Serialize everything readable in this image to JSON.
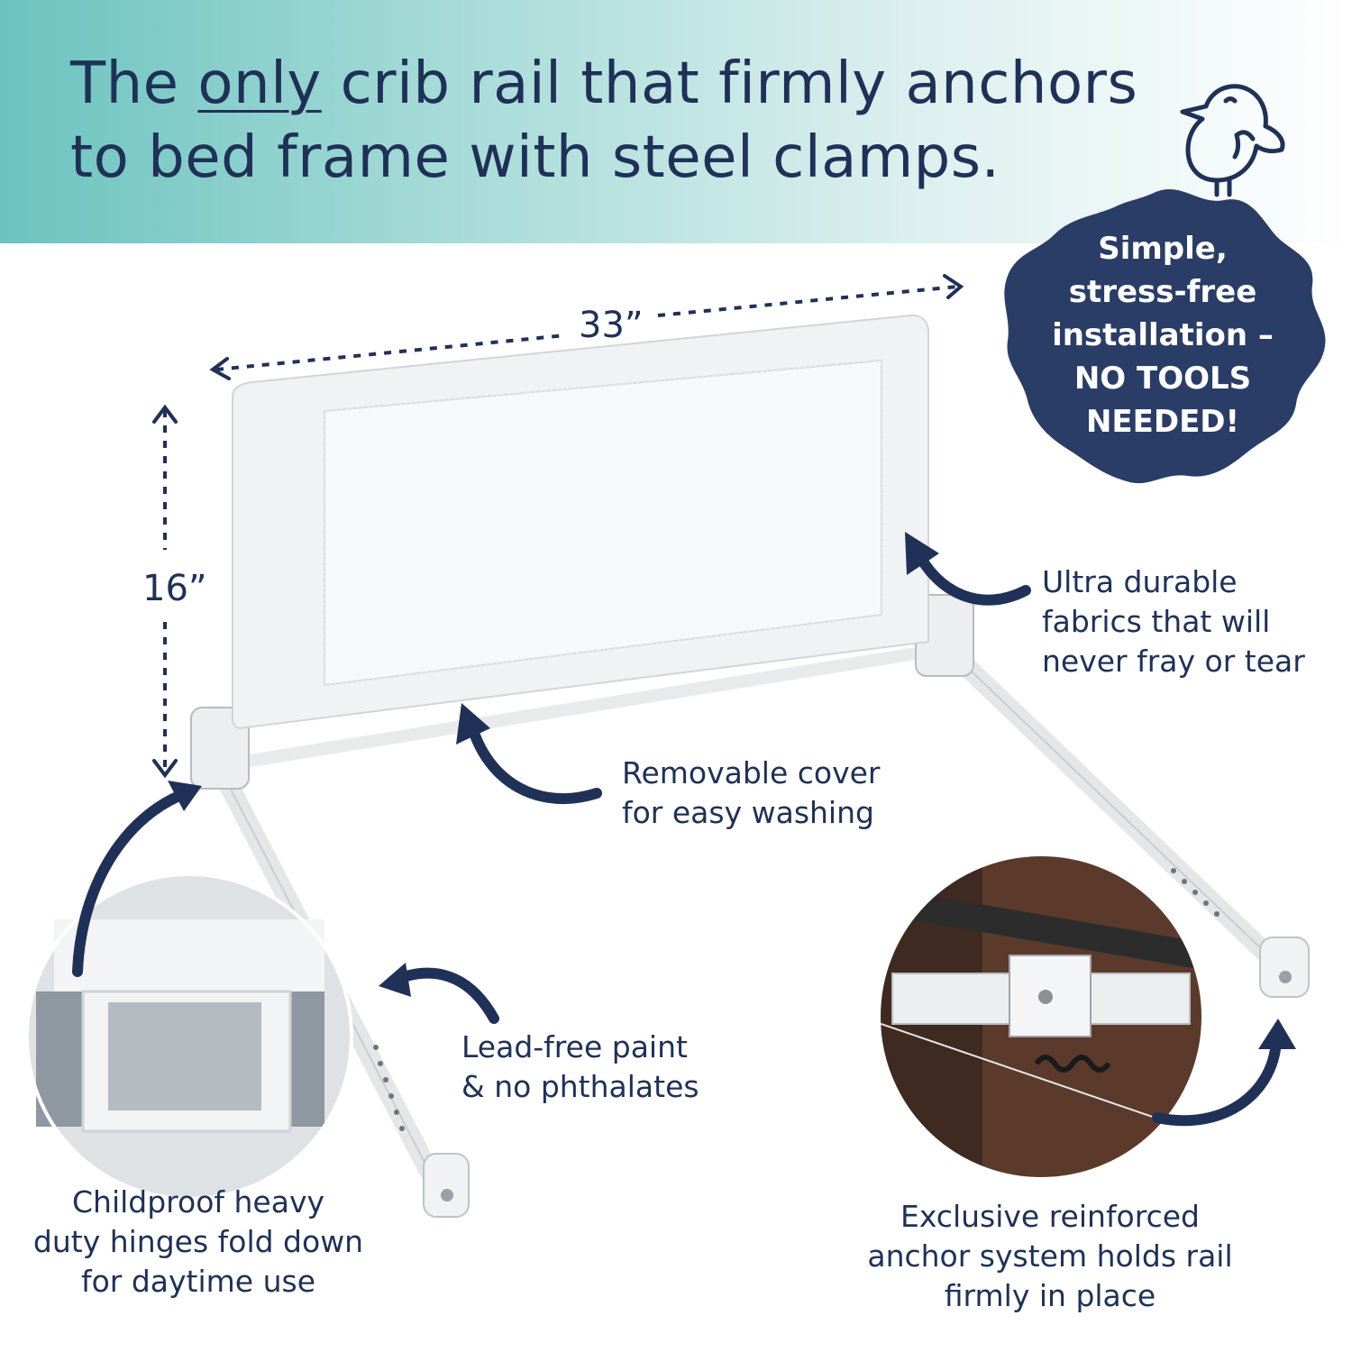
{
  "headline": {
    "prefix": "The ",
    "emphasis": "only",
    "rest": " crib rail that firmly anchors to bed frame with steel clamps."
  },
  "dimensions": {
    "width": "33”",
    "height": "16”"
  },
  "badge": {
    "text": "Simple,\nstress-free\ninstallation –\nNO TOOLS\nNEEDED!"
  },
  "callouts": {
    "fabric": "Ultra durable\nfabrics that will\nnever fray or tear",
    "cover": "Removable cover\nfor easy washing",
    "paint": "Lead-free paint\n& no phthalates",
    "hinges": "Childproof heavy\nduty hinges fold down\nfor daytime use",
    "anchor": "Exclusive reinforced\nanchor system holds rail\nfirmly in place"
  },
  "colors": {
    "navy": "#1f3157",
    "teal": "#6cc3bf",
    "badge": "#2a3d66"
  }
}
